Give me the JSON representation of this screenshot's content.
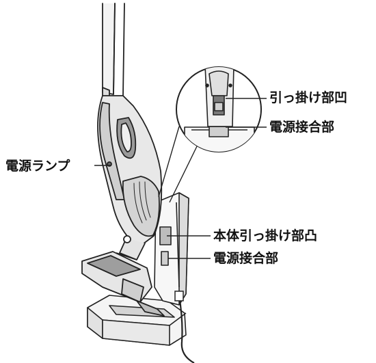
{
  "labels": {
    "power_lamp": "電源ランプ",
    "hook_recess": "引っ掛け部凹",
    "power_connector_top": "電源接合部",
    "body_hook_protrusion": "本体引っ掛け部凸",
    "power_connector_bottom": "電源接合部"
  },
  "colors": {
    "line": "#222222",
    "fill_light": "#f2f2f2",
    "fill_mid": "#cfcfcf",
    "fill_dark": "#8a8a8a"
  }
}
